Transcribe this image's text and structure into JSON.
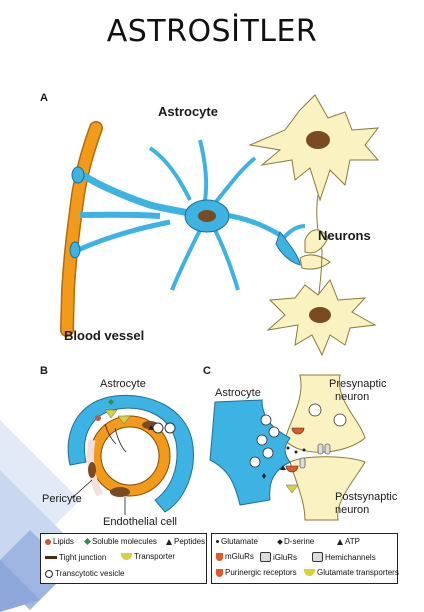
{
  "title": "ASTROSİTLER",
  "panel_a": {
    "letter": "A",
    "astrocyte": "Astrocyte",
    "neurons": "Neurons",
    "blood_vessel": "Blood vessel"
  },
  "panel_b": {
    "letter": "B",
    "astrocyte": "Astrocyte",
    "pericyte": "Pericyte",
    "endothelial": "Endothelial cell",
    "legend": {
      "lipids": "Lipids",
      "soluble": "Soluble molecules",
      "peptides": "Peptides",
      "tight_junction": "Tight junction",
      "transporter": "Transporter",
      "vesicle": "Transcytotic vesicle"
    }
  },
  "panel_c": {
    "letter": "C",
    "astrocyte": "Astrocyte",
    "presynaptic_1": "Presynaptic",
    "presynaptic_2": "neuron",
    "postsynaptic_1": "Postsynaptic",
    "postsynaptic_2": "neuron",
    "legend": {
      "glutamate": "Glutamate",
      "dserine": "D-serine",
      "atp": "ATP",
      "mglurs": "mGluRs",
      "iglurs": "iGluRs",
      "hemichannels": "Hemichannels",
      "purinergic": "Purinergic receptors",
      "glut_transporters": "Glutamate transporters"
    }
  },
  "colors": {
    "astrocyte": "#3db3e3",
    "neuron": "#fbf2c2",
    "neuron_stroke": "#8a7a3a",
    "vessel": "#f29a1a",
    "nucleus": "#7a4a22",
    "deco_blue": "#c9d7f0"
  }
}
